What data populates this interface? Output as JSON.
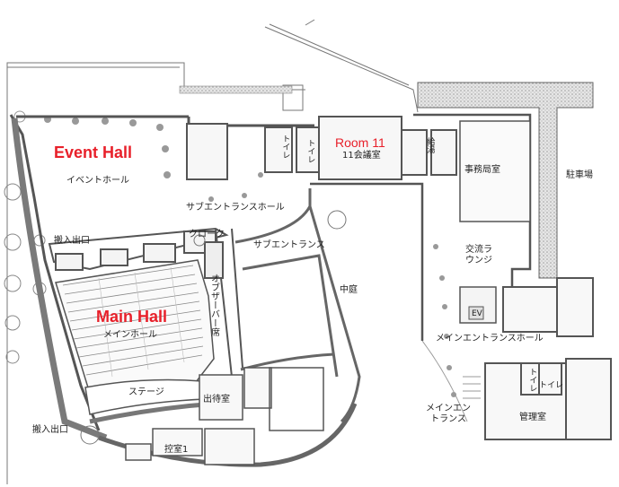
{
  "labels": {
    "event_hall_en": "Event Hall",
    "event_hall_jp": "イベントホール",
    "main_hall_en": "Main Hall",
    "main_hall_jp": "メインホール",
    "room11_en": "Room 11",
    "room11_jp": "11会議室",
    "sub_entrance_hall": "サブエントランスホール",
    "cloak": "クローク",
    "sub_entrance": "サブエントランス",
    "loading_exit_top": "搬入出口",
    "loading_exit_bottom": "搬入出口",
    "observer_seats": "オブザーバー席",
    "courtyard": "中庭",
    "stage": "ステージ",
    "waiting_room": "出待室",
    "green_room": "控室1",
    "toilet_1": "トイレ",
    "toilet_2": "トイレ",
    "toilet_3": "トイレ",
    "toilet_4": "トイレ",
    "kitchenette": "給湯",
    "office": "事務局室",
    "parking": "駐車場",
    "lounge": "交流ラウンジ",
    "elevator": "EV",
    "main_entrance_hall": "メインエントランスホール",
    "main_entrance": "メインエントランス",
    "management": "管理室"
  },
  "colors": {
    "wall": "#555555",
    "wall_fill": "#8a8a8a",
    "hatch": "#b5b5b5",
    "column": "#9a9a9a",
    "accent_red": "#e8202a"
  }
}
